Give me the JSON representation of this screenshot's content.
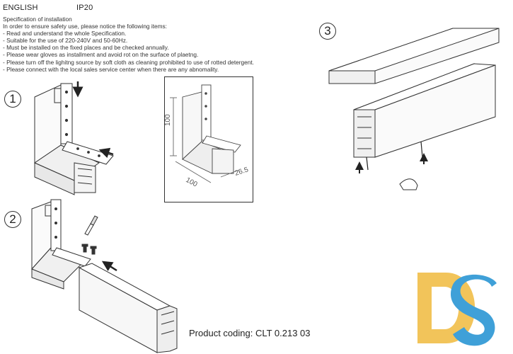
{
  "header": {
    "language": "ENGLISH",
    "ip_rating": "IP20"
  },
  "specification": {
    "title": "Specification of installation",
    "lines": [
      "In order to ensure safety use, please notice the following items:",
      "- Read and understand the whole Specification.",
      "- Suitable for the use of 220-240V and 50-60Hz.",
      "- Must be installed on the fixed places and be checked annually.",
      "- Please wear gloves as installment and avoid rot on the surface of plaetng.",
      "- Please turn off the lighitng source by soft cloth as cleaning prohibited to use of rotted detergent.",
      "- Please connect with the local sales service center when there are any abnomality."
    ]
  },
  "steps": {
    "one": "1",
    "two": "2",
    "three": "3"
  },
  "detail": {
    "dim_height": "100",
    "dim_width": "100",
    "dim_depth": "26.5"
  },
  "logo": {
    "text": "DS",
    "colors": {
      "d": "#f2c45a",
      "s": "#3fa0d8"
    }
  },
  "product": {
    "coding": "Product coding: CLT 0.213 03"
  }
}
